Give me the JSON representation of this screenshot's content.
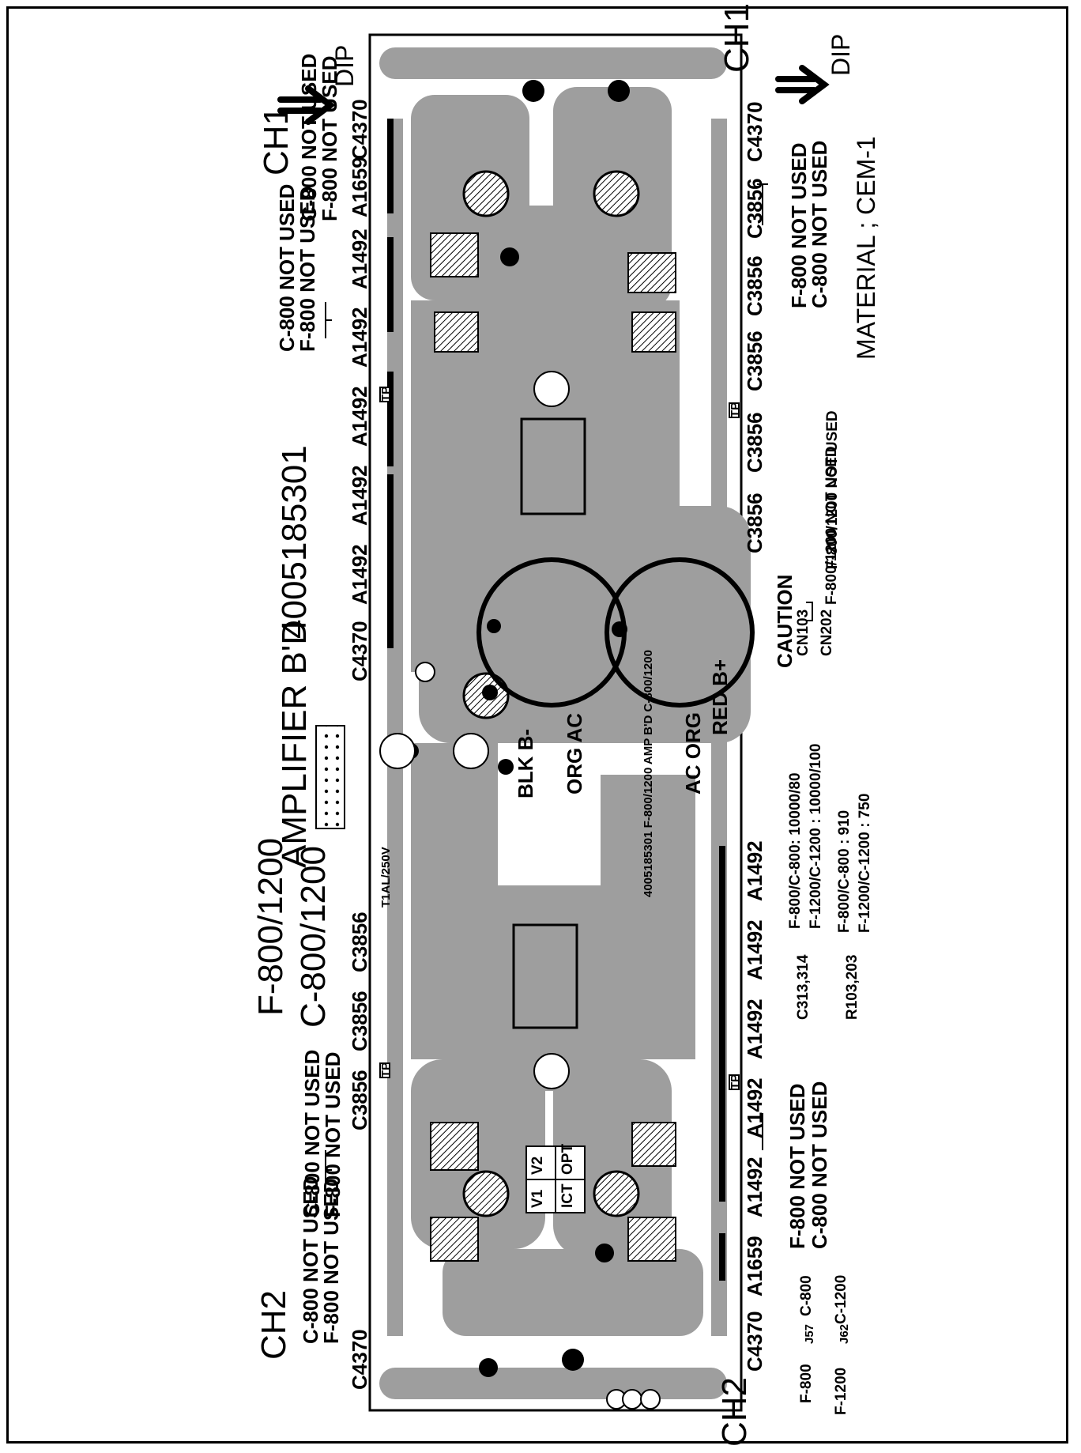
{
  "title": {
    "model_line1": "F-800/1200",
    "model_line2": "C-800/1200",
    "board": "AMPLIFIER B'D",
    "part_no": "4005185301",
    "material": "MATERIAL ; CEM-1"
  },
  "channels": {
    "ch1": "CH1",
    "ch2": "CH2",
    "dip": "DIP"
  },
  "top_transistors": [
    "C4370",
    "A1659",
    "A1492",
    "A1492",
    "A1492",
    "A1492",
    "A1492",
    "C4370",
    "C3856",
    "C3856",
    "C3856",
    "C4370"
  ],
  "right_upper_transistors": [
    "C4370",
    "C3856",
    "C3856",
    "C3856",
    "C3856",
    "C3856"
  ],
  "right_lower_transistors": [
    "A1492",
    "A1492",
    "A1492",
    "A1492",
    "A1492",
    "A1659",
    "C4370"
  ],
  "notes": {
    "ch1_top_a": "C-800 NOT USED",
    "ch1_top_b": "F-800 NOT USED",
    "ch1_top_c": "C-800 NOT USED",
    "ch1_top_d": "F-800 NOT USED",
    "ch1_right_a": "F-800 NOT USED",
    "ch1_right_b": "C-800 NOT USED",
    "f800_1200_not_used": "F-800/1200 NOT USED",
    "ch2_top_a": "C-800 NOT USED",
    "ch2_top_b": "F-800 NOT USED",
    "ch2_top_c": "C-800 NOT USED",
    "ch2_top_d": "F-800 NOT USED",
    "ch2_right_a": "F-800 NOT USED",
    "ch2_right_b": "C-800 NOT USED"
  },
  "caution": {
    "title": "CAUTION",
    "cn1": "CN103",
    "cn2": "CN202",
    "text": "F-800/1200 NOT USED"
  },
  "specs": {
    "c313_label": "C313,314",
    "c313_a": "F-800/C-800: 10000/80",
    "c313_b": "F-1200/C-1200 : 10000/100",
    "r103_label": "R103,203",
    "r103_a": "F-800/C-800 : 910",
    "r103_b": "F-1200/C-1200 : 750"
  },
  "jumper_table": {
    "r1a": "F-800",
    "r1b": "C-800",
    "r2a": "F-1200",
    "r2b": "C-1200",
    "j1": "J57",
    "j2": "J62"
  },
  "board_marks": {
    "blk_b": "BLK B-",
    "red_b": "RED B+",
    "org_ac1": "ORG AC",
    "org_ac2": "AC ORG",
    "v1": "V1",
    "v2": "V2",
    "ict": "ICT",
    "opt": "OPT",
    "tp": "TP",
    "fuse": "T1AL/250V",
    "pcb_no": "4005185301 F-800/1200 AMP B'D C-800/1200"
  },
  "colors": {
    "ink": "#000000",
    "copper": "#9e9e9e",
    "pad": "#ffffff"
  }
}
